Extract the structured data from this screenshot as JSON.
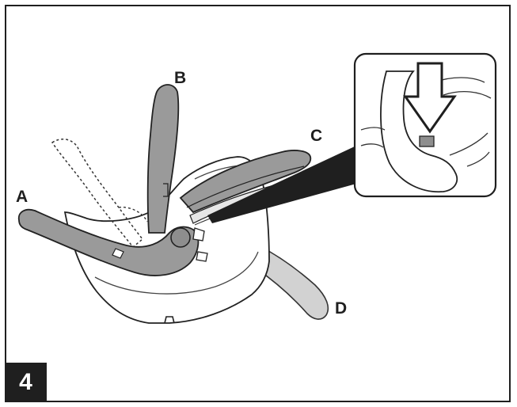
{
  "step": {
    "number": "4"
  },
  "labels": {
    "a": "A",
    "b": "B",
    "c": "C",
    "d": "D"
  },
  "colors": {
    "outline": "#1f1f1f",
    "handle_fill": "#9a9a9a",
    "handle_d_fill": "#cfcfcf",
    "badge_bg": "#1f1f1f",
    "badge_text": "#ffffff"
  },
  "inset": {
    "arrow": "down-arrow-icon",
    "indicator": "release-button"
  }
}
